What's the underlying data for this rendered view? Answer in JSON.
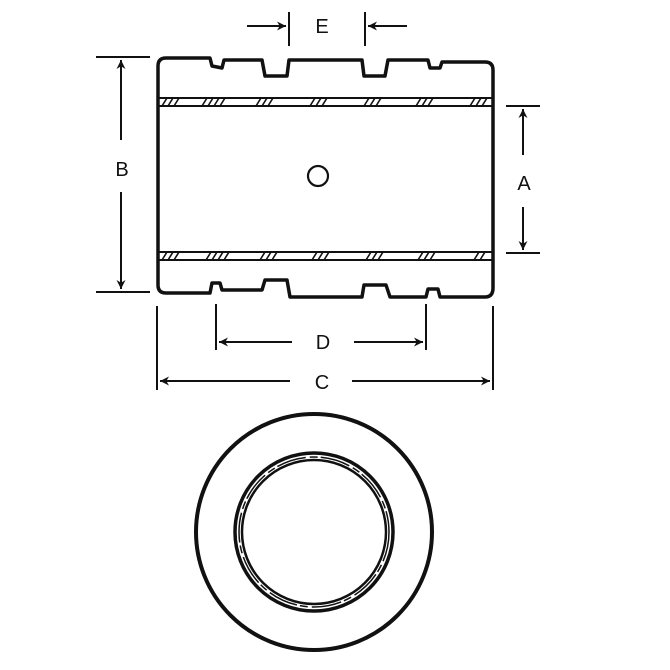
{
  "diagram": {
    "type": "technical-drawing",
    "subject": "linear bearing bushing",
    "views": [
      "side-section-view",
      "end-view"
    ],
    "dimension_labels": {
      "A": "A",
      "B": "B",
      "C": "C",
      "D": "D",
      "E": "E"
    },
    "colors": {
      "line": "#111111",
      "background": "#ffffff"
    }
  }
}
